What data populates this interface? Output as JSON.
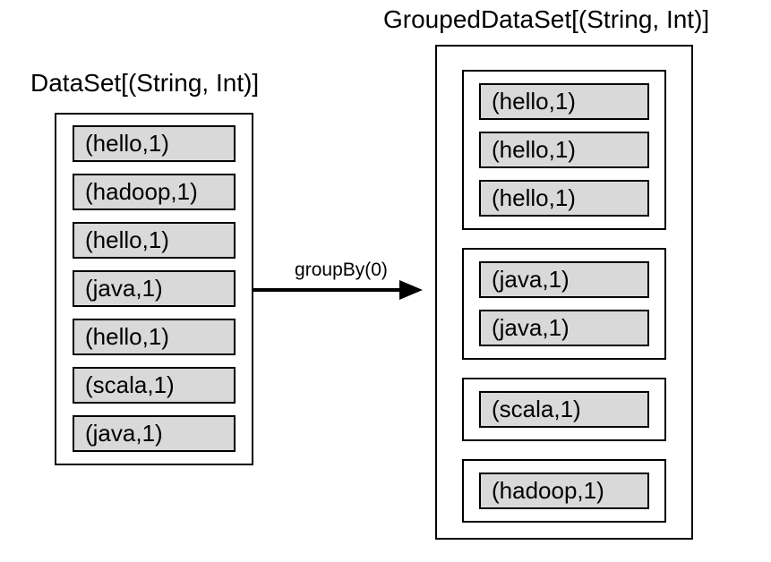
{
  "left": {
    "title": "DataSet[(String, Int)]",
    "items": [
      "(hello,1)",
      "(hadoop,1)",
      "(hello,1)",
      "(java,1)",
      "(hello,1)",
      "(scala,1)",
      "(java,1)"
    ]
  },
  "arrow": {
    "label": "groupBy(0)"
  },
  "right": {
    "title": "GroupedDataSet[(String, Int)]",
    "groups": [
      [
        "(hello,1)",
        "(hello,1)",
        "(hello,1)"
      ],
      [
        "(java,1)",
        "(java,1)"
      ],
      [
        "(scala,1)"
      ],
      [
        "(hadoop,1)"
      ]
    ]
  },
  "colors": {
    "item_fill": "#d9d9d9",
    "stroke": "#000000",
    "background": "#ffffff"
  }
}
